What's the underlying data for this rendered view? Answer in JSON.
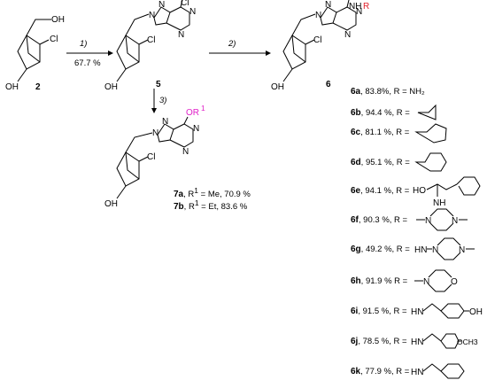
{
  "compounds": {
    "c2": "2",
    "c5": "5",
    "c6": "6"
  },
  "atoms": {
    "oh": "OH",
    "cl": "Cl",
    "n": "N",
    "nh": "NH",
    "hn": "HN",
    "r": "R",
    "or": "OR",
    "r1_sup": "1",
    "o": "O",
    "ho": "HO",
    "och3": "OCH3"
  },
  "steps": {
    "step1": "1)",
    "step1_yield": "67.7 %",
    "step2": "2)",
    "step3": "3)"
  },
  "series7": [
    {
      "id": "7a",
      "text": ", R",
      "sup": "1",
      "rest": " = Me, 70.9 %"
    },
    {
      "id": "7b",
      "text": ", R",
      "sup": "1",
      "rest": " = Et, 83.6 %"
    }
  ],
  "series6": [
    {
      "id": "6a",
      "text": ", 83.8%, R = NH₂"
    },
    {
      "id": "6b",
      "text": ", 94.4 %, R ="
    },
    {
      "id": "6c",
      "text": ", 81.1 %, R ="
    },
    {
      "id": "6d",
      "text": ", 95.1 %, R ="
    },
    {
      "id": "6e",
      "text": ", 94.1 %,  R ="
    },
    {
      "id": "6f",
      "text": ", 90.3 %, R ="
    },
    {
      "id": "6g",
      "text": ", 49.2 %, R ="
    },
    {
      "id": "6h",
      "text": ", 91.9 % R ="
    },
    {
      "id": "6i",
      "text": ", 91.5 %, R ="
    },
    {
      "id": "6j",
      "text": ", 78.5 %, R ="
    },
    {
      "id": "6k",
      "text": ", 77.9 %, R ="
    }
  ],
  "colors": {
    "r_group": "#e0202a",
    "or_group": "#e020c8"
  }
}
